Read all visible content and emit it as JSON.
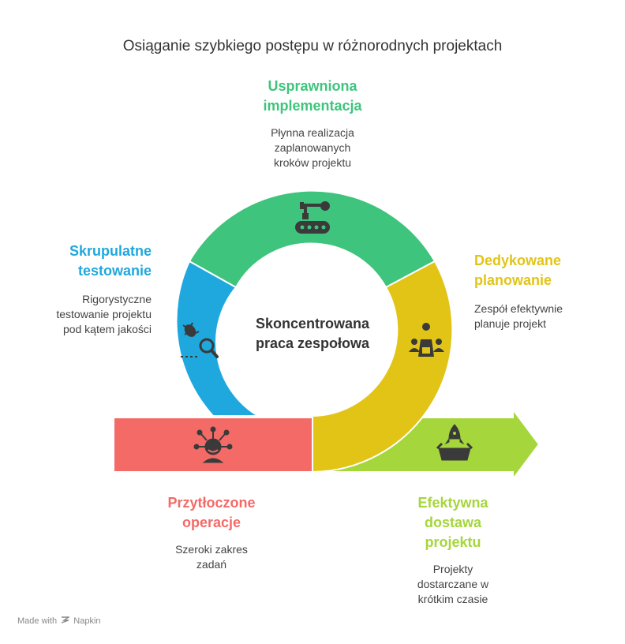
{
  "title": "Osiąganie szybkiego postępu w różnorodnych projektach",
  "center": {
    "line1": "Skoncentrowana",
    "line2": "praca zespołowa"
  },
  "sections": {
    "implementation": {
      "heading1": "Usprawniona",
      "heading2": "implementacja",
      "desc1": "Płynna realizacja",
      "desc2": "zaplanowanych",
      "desc3": "kroków projektu",
      "color": "#3ec47c",
      "icon": "robot-arm-conveyor-icon"
    },
    "testing": {
      "heading1": "Skrupulatne",
      "heading2": "testowanie",
      "desc1": "Rigorystyczne",
      "desc2": "testowanie projektu",
      "desc3": "pod kątem jakości",
      "color": "#1fa8de",
      "icon": "bug-magnifier-icon"
    },
    "planning": {
      "heading1": "Dedykowane",
      "heading2": "planowanie",
      "desc1": "Zespół efektywnie",
      "desc2": "planuje projekt",
      "color": "#e2c417",
      "icon": "team-presenter-icon"
    },
    "operations": {
      "heading1": "Przytłoczone",
      "heading2": "operacje",
      "desc1": "Szeroki zakres",
      "desc2": "zadań",
      "color": "#f46a67",
      "icon": "overwhelmed-person-icon"
    },
    "delivery": {
      "heading1": "Efektywna",
      "heading2": "dostawa",
      "heading3": "projektu",
      "desc1": "Projekty",
      "desc2": "dostarczane w",
      "desc3": "krótkim czasie",
      "color": "#a5d63b",
      "icon": "rocket-launch-icon"
    }
  },
  "footer": {
    "made_with": "Made with",
    "brand": "Napkin"
  }
}
